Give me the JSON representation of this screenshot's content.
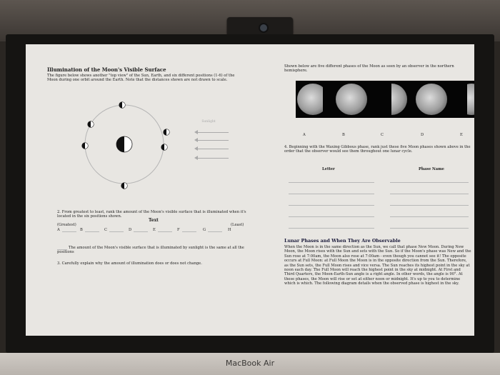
{
  "device": {
    "brand": "MacBook Air"
  },
  "worksheet": {
    "left": {
      "title": "Illumination of the Moon's Visible Surface",
      "intro": "The figure below shows another \"top view\" of the Sun, Earth, and six different positions (1-6) of the Moon during one orbit around the Earth. Note that the distances shown are not drawn to scale.",
      "sun_label": "Sunlight",
      "q2": "2. From greatest to least, rank the amount of the Moon's visible surface that is illuminated when it's located in the six positions shown.",
      "text_label": "Text",
      "greatest": "(Greatest)",
      "least": "(Least)",
      "rank_letters": [
        "A",
        "B",
        "C",
        "D",
        "E",
        "F",
        "G",
        "H"
      ],
      "same_note": "The amount of the Moon's visible surface that is illuminated by sunlight is the same at all the positions",
      "q3": "3. Carefully explain why the amount of illumination does or does not change."
    },
    "right": {
      "intro": "Shown below are five different phases of the Moon as seen by an observer in the northern hemisphere.",
      "phase_letters": [
        "A",
        "B",
        "C",
        "D",
        "E"
      ],
      "q4": "4. Beginning with the Waxing Gibbous phase, rank just these five Moon phases shown above in the order that the observer would see them throughout one lunar cycle.",
      "col_letter": "Letter",
      "col_phase": "Phase Name",
      "section_title": "Lunar Phases and When They Are Observable",
      "section_text": "When the Moon is in the same direction as the Sun, we call that phase New Moon. During New Moon, the Moon rises with the Sun and sets with the Sun. So if the Moon's phase was New and the Sun rose at 7:00am, the Moon also rose at 7:00am - even though you cannot see it! The opposite occurs at Full Moon: at Full Moon the Moon is in the opposite direction from the Sun. Therefore, as the Sun sets, the Full Moon rises and vice versa. The Sun reaches its highest point in the sky at noon each day. The Full Moon will reach the highest point in the sky at midnight. At First and Third Quarters, the Moon-Earth-Sun angle is a right angle. In other words, the angle is 90°. At these phases, the Moon will rise or set at either noon or midnight. It's up to you to determine which is which. The following diagram details when the observed phase is highest in the sky."
    }
  }
}
